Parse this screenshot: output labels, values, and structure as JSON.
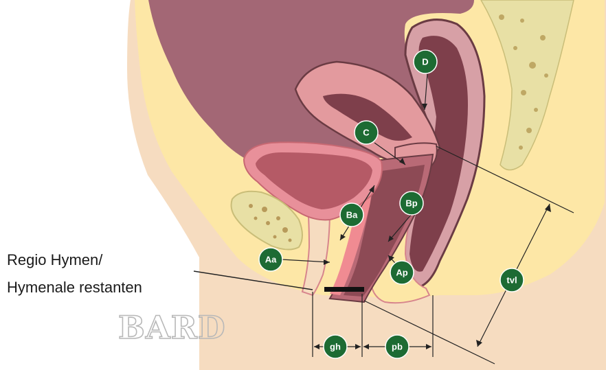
{
  "labels": {
    "hymen_line1": "Regio Hymen/",
    "hymen_line2": "Hymenale restanten"
  },
  "markers": {
    "D": "D",
    "C": "C",
    "Ba": "Ba",
    "Bp": "Bp",
    "Aa": "Aa",
    "Ap": "Ap",
    "tvl": "tvl",
    "gh": "gh",
    "pb": "pb"
  },
  "watermark": "BARD",
  "colors": {
    "skin": "#f6dcc0",
    "fat": "#fde7a6",
    "abdomen": "#a36775",
    "bladder_wall": "#e8909a",
    "bladder_lumen": "#b55a66",
    "uterus": "#e39a9e",
    "vagina_lumen": "#8d4a55",
    "sacrum": "#e8e0a5",
    "marker": "#1d6b33",
    "line": "#222222"
  }
}
